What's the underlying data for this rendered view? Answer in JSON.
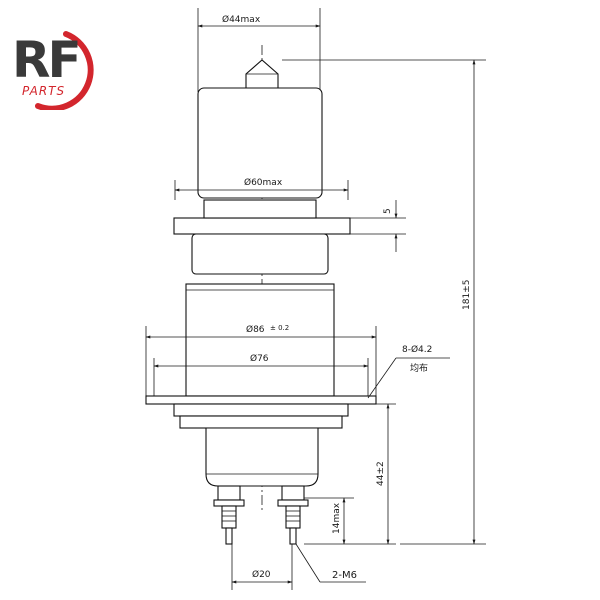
{
  "logo": {
    "letters": "RF",
    "sub": "PARTS",
    "ring_color": "#d3262d",
    "letter_color": "#3a3a3a"
  },
  "dimensions": {
    "top_dia": "Ø44max",
    "cap_dia": "Ø60max",
    "flange_thickness": "5",
    "overall_height": "181±5",
    "body_dia_main": "Ø86",
    "body_dia_tol": "± 0.2",
    "body_dia_inner": "Ø76",
    "holes": "8-Ø4.2",
    "holes_note": "均布",
    "lower_height": "44±2",
    "terminal_height": "14max",
    "terminal_spacing": "Ø20",
    "thread": "2-M6"
  }
}
